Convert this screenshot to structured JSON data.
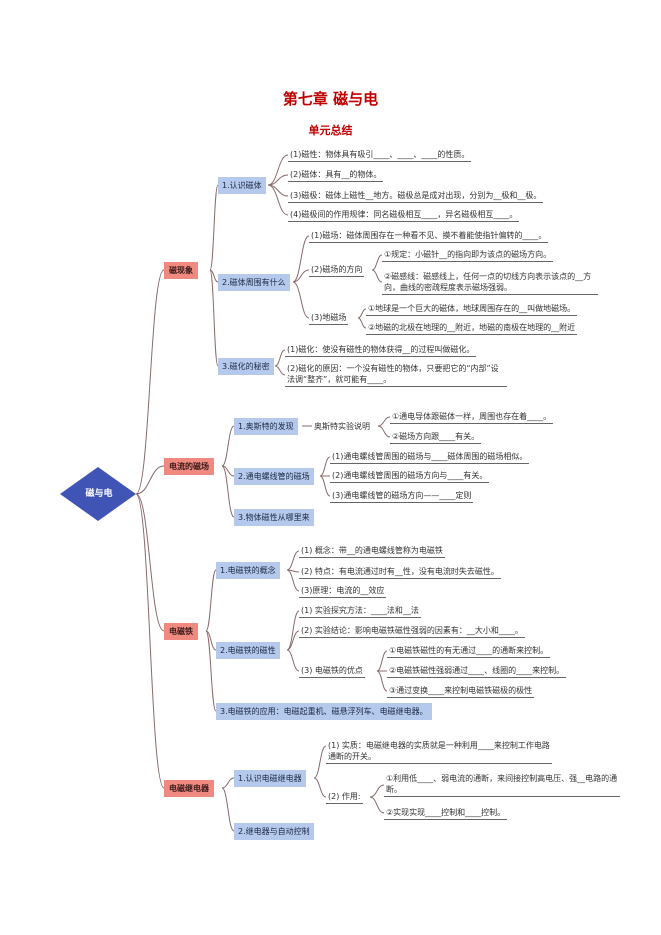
{
  "header": {
    "title": "第七章 磁与电",
    "subtitle": "单元总结"
  },
  "root": {
    "label": "磁与电"
  },
  "colors": {
    "root": "#3f54b4",
    "level1": "#f08a80",
    "level2": "#b4c9ec",
    "line": "#8a6a6a",
    "title": "#c00000"
  },
  "branches": {
    "b1": {
      "label": "磁现象",
      "s1": {
        "label": "1.认识磁体",
        "items": [
          "(1)磁性：物体具有吸引____、____、____的性质。",
          "(2)磁体：具有__的物体。",
          "(3)磁极：磁体上磁性__地方。磁极总是成对出现，分别为__极和__极。",
          "(4)磁极间的作用规律：同名磁极相互____，异名磁极相互____。"
        ]
      },
      "s2": {
        "label": "2.磁体周围有什么",
        "field": "(1)磁场：磁体周围存在一种看不见、摸不着能使指针偏转的____。",
        "direction": {
          "label": "(2)磁场的方向",
          "items": [
            "①规定：小磁针__的指向即为该点的磁场方向。",
            "②磁感线：磁感线上，任何一点的切线方向表示该点的__方向，曲线的密疏程度表示磁场强弱。"
          ]
        },
        "earth": {
          "label": "(3)地磁场",
          "items": [
            "①地球是一个巨大的磁体，地球周围存在的__叫做地磁场。",
            "②地磁的北极在地理的__附近，地磁的南极在地理的__附近"
          ]
        }
      },
      "s3": {
        "label": "3.磁化的秘密",
        "items": [
          "(1)磁化：使没有磁性的物体获得__的过程叫做磁化。",
          "(2)磁化的原因：一个没有磁性的物体，只要把它的“内部”设法调“整齐”，就可能有____。"
        ]
      }
    },
    "b2": {
      "label": "电流的磁场",
      "s1": {
        "label": "1.奥斯特的发现",
        "mid": "奥斯特实验说明",
        "items": [
          "①通电导体跟磁体一样，周围也存在着____。",
          "②磁场方向跟____有关。"
        ]
      },
      "s2": {
        "label": "2.通电螺线管的磁场",
        "items": [
          "(1)通电螺线管周围的磁场与____磁体周围的磁场相似。",
          "(2)通电螺线管周围的磁场方向与____有关。",
          "(3)通电螺线管的磁场方向——____定则"
        ]
      },
      "s3": {
        "label": "3.物体磁性从哪里来"
      }
    },
    "b3": {
      "label": "电磁铁",
      "s1": {
        "label": "1.电磁铁的概念",
        "items": [
          "(1) 概念：带__的通电螺线管称为电磁铁",
          "(2) 特点：有电流通过时有__性，没有电流时失去磁性。",
          "(3)原理：电流的__效应"
        ]
      },
      "s2": {
        "label": "2.电磁铁的磁性",
        "items": [
          "(1) 实验探究方法：____法和__法",
          "(2) 实验结论：影响电磁铁磁性强弱的因素有：__大小和____。"
        ],
        "adv": {
          "label": "(3) 电磁铁的优点",
          "items": [
            "①电磁铁磁性的有无通过____的通断来控制。",
            "②电磁铁磁性强弱通过____、线圈的____来控制。",
            "③通过变换____来控制电磁铁磁极的极性"
          ]
        }
      },
      "s3": {
        "label": "3.电磁铁的应用：电磁起重机、磁悬浮列车、电磁继电器。"
      }
    },
    "b4": {
      "label": "电磁继电器",
      "s1": {
        "label": "1.认识电磁继电器",
        "essence": "(1) 实质：电磁继电器的实质就是一种利用____来控制工作电路通断的开关。",
        "use": {
          "label": "(2) 作用:",
          "items": [
            "①利用低____、弱电流的通断，来间接控制高电压、强__电路的通断。",
            "②实现实现____控制和____控制。"
          ]
        }
      },
      "s2": {
        "label": "2.继电器与自动控制"
      }
    }
  }
}
